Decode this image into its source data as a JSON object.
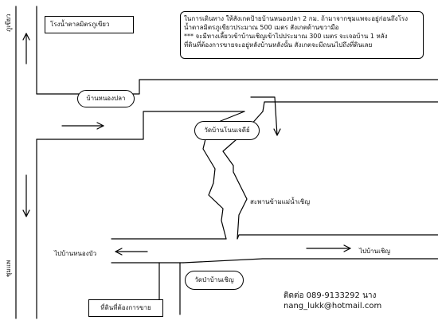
{
  "labels": {
    "sugar_factory": "โรงน้ำตาลมิตรภูเขียว",
    "ban_nong_pla": "บ้านหนองปลา",
    "wat_non_chedi": "วัดบ้านโนนเจดีย์",
    "bridge": "สะพานข้ามแม่น้ำเชิญ",
    "to_ban_nong_bua": "ไปบ้านหนองบัว",
    "to_ban_choen": "ไปบ้านเชิญ",
    "wat_pa_ban_choen": "วัดป่าบ้านเชิญ",
    "land_for_sale": "ที่ดินที่ต้องการขาย",
    "to_phu_khiao": "ภูเขียว",
    "to_chum_phae": "ชุมแพ"
  },
  "directions": {
    "line1": "ในการเดินทาง ให้สังเกตป้ายบ้านหนองปลา 2 กม. ถ้ามาจากชุมแพจะอยู่ก่อนถึงโรง",
    "line2": "น้ำตาลมิตรภูเขียวประมาณ 500 เมตร สังเกตด้านขวามือ",
    "line3": "*** จะมีทางเลี้ยวเข้าบ้านเชิญเข้าไปประมาณ 300 เมตร จะเจอบ้าน 1 หลัง",
    "line4": "ที่ดินที่ต้องการขายจะอยู่หลังบ้านหลังนั้น สังเกตจะมีถนนไปถึงที่ดินเลย"
  },
  "contact": {
    "phone": "ติดต่อ 089-9133292 นาง",
    "email": "nang_lukk@hotmail.com"
  }
}
